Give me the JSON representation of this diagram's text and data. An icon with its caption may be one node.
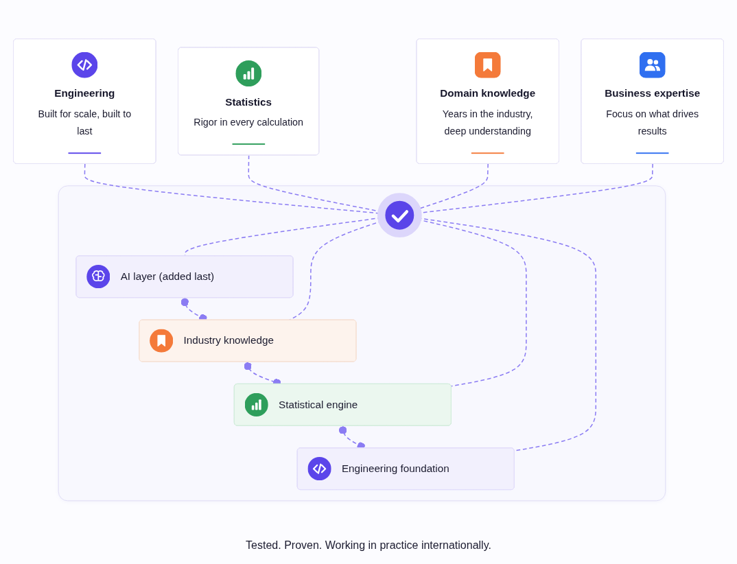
{
  "diagram": {
    "nodes": [
      {
        "text": [
          "Engineering",
          "Built for scale, built to last"
        ]
      },
      {
        "text": [
          "Statistics",
          "Rigor in every calculation"
        ]
      },
      {
        "text": [
          "Domain knowledge",
          "Years in the industry, deep understanding"
        ]
      },
      {
        "text": [
          "Business expertise",
          "Focus on what drives results"
        ]
      },
      {
        "text": [],
        "shape": "box"
      },
      {
        "text": [
          "AI layer (added last)"
        ],
        "in": 4
      },
      {
        "text": [
          "Industry knowledge"
        ],
        "in": 4
      },
      {
        "text": [
          "Statistical engine"
        ],
        "in": 4
      },
      {
        "text": [
          "Engineering foundation"
        ],
        "in": 4
      },
      {
        "text": [],
        "shape": "circle",
        "in": 4
      }
    ],
    "edges": [
      {
        "from": 0,
        "to": 9,
        "arrow": "none",
        "style": "dashed"
      },
      {
        "from": 1,
        "to": 9,
        "arrow": "none",
        "style": "dashed"
      },
      {
        "from": 2,
        "to": 9,
        "arrow": "none",
        "style": "dashed"
      },
      {
        "from": 3,
        "to": 9,
        "arrow": "none",
        "style": "dashed"
      },
      {
        "from": 5,
        "to": 6,
        "arrow": "other",
        "style": "dashed"
      },
      {
        "from": 6,
        "to": 7,
        "arrow": "other",
        "style": "dashed"
      },
      {
        "from": 7,
        "to": 8,
        "arrow": "other",
        "style": "dashed"
      },
      {
        "from": 9,
        "to": 5,
        "arrow": "none",
        "style": "dashed"
      },
      {
        "from": 9,
        "to": 6,
        "arrow": "none",
        "style": "dashed"
      },
      {
        "from": 9,
        "to": 7,
        "arrow": "none",
        "style": "dashed"
      },
      {
        "from": 9,
        "to": 8,
        "arrow": "none",
        "style": "dashed"
      }
    ],
    "labels": [
      "Tested. Proven. Working in practice internationally."
    ]
  }
}
